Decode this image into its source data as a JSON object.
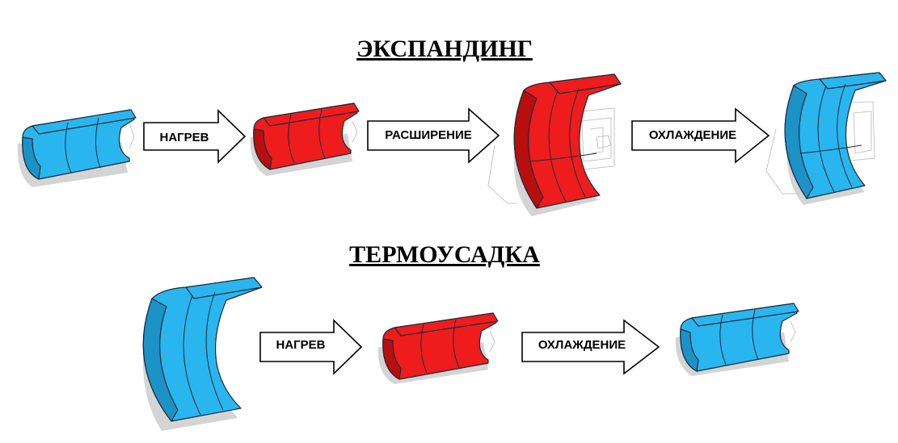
{
  "colors": {
    "cold": "#29b6ef",
    "cold_dark": "#1c93c6",
    "hot": "#ee1c1c",
    "hot_dark": "#b80e0e"
  },
  "sections": [
    {
      "title": "ЭКСПАНДИНГ",
      "steps": [
        "НАГРЕВ",
        "РАСШИРЕНИЕ",
        "ОХЛАЖДЕНИЕ"
      ]
    },
    {
      "title": "ТЕРМОУСАДКА",
      "steps": [
        "НАГРЕВ",
        "ОХЛАЖДЕНИЕ"
      ]
    }
  ]
}
